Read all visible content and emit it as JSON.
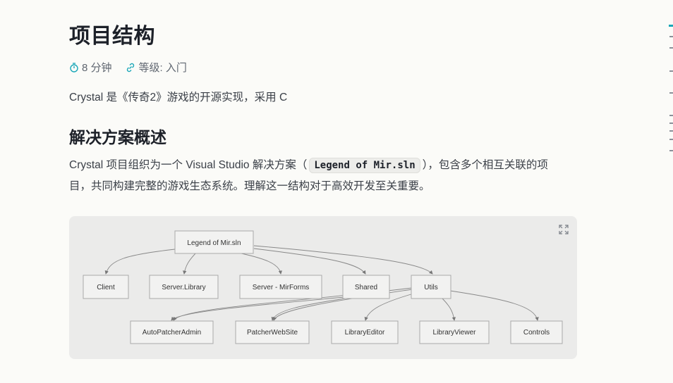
{
  "page": {
    "title": "项目结构",
    "meta": {
      "read_time": "8 分钟",
      "level": "等级: 入门"
    },
    "intro": "Crystal 是《传奇2》游戏的开源实现，采用 C",
    "section": {
      "title": "解决方案概述",
      "para_before": "Crystal 项目组织为一个 Visual Studio 解决方案（",
      "code": "Legend of Mir.sln",
      "para_after": "），包含多个相互关联的项目，共同构建完整的游戏生态系统。理解这一结构对于高效开发至关重要。"
    }
  },
  "diagram": {
    "nodes": {
      "root": "Legend of Mir.sln",
      "client": "Client",
      "server_library": "Server.Library",
      "server_mirforms": "Server - MirForms",
      "shared": "Shared",
      "utils": "Utils",
      "autopatcheradmin": "AutoPatcherAdmin",
      "patcherwebsite": "PatcherWebSite",
      "libraryeditor": "LibraryEditor",
      "libraryviewer": "LibraryViewer",
      "controls": "Controls"
    },
    "expand_icon": "expand-icon"
  },
  "toc": {
    "marker_count": 10,
    "active_index": 0,
    "active_color": "#19a7b8"
  },
  "icons": {
    "timer": "timer-icon",
    "level": "link-icon"
  },
  "colors": {
    "accent": "#19a7b8",
    "text": "#3a3f47"
  }
}
